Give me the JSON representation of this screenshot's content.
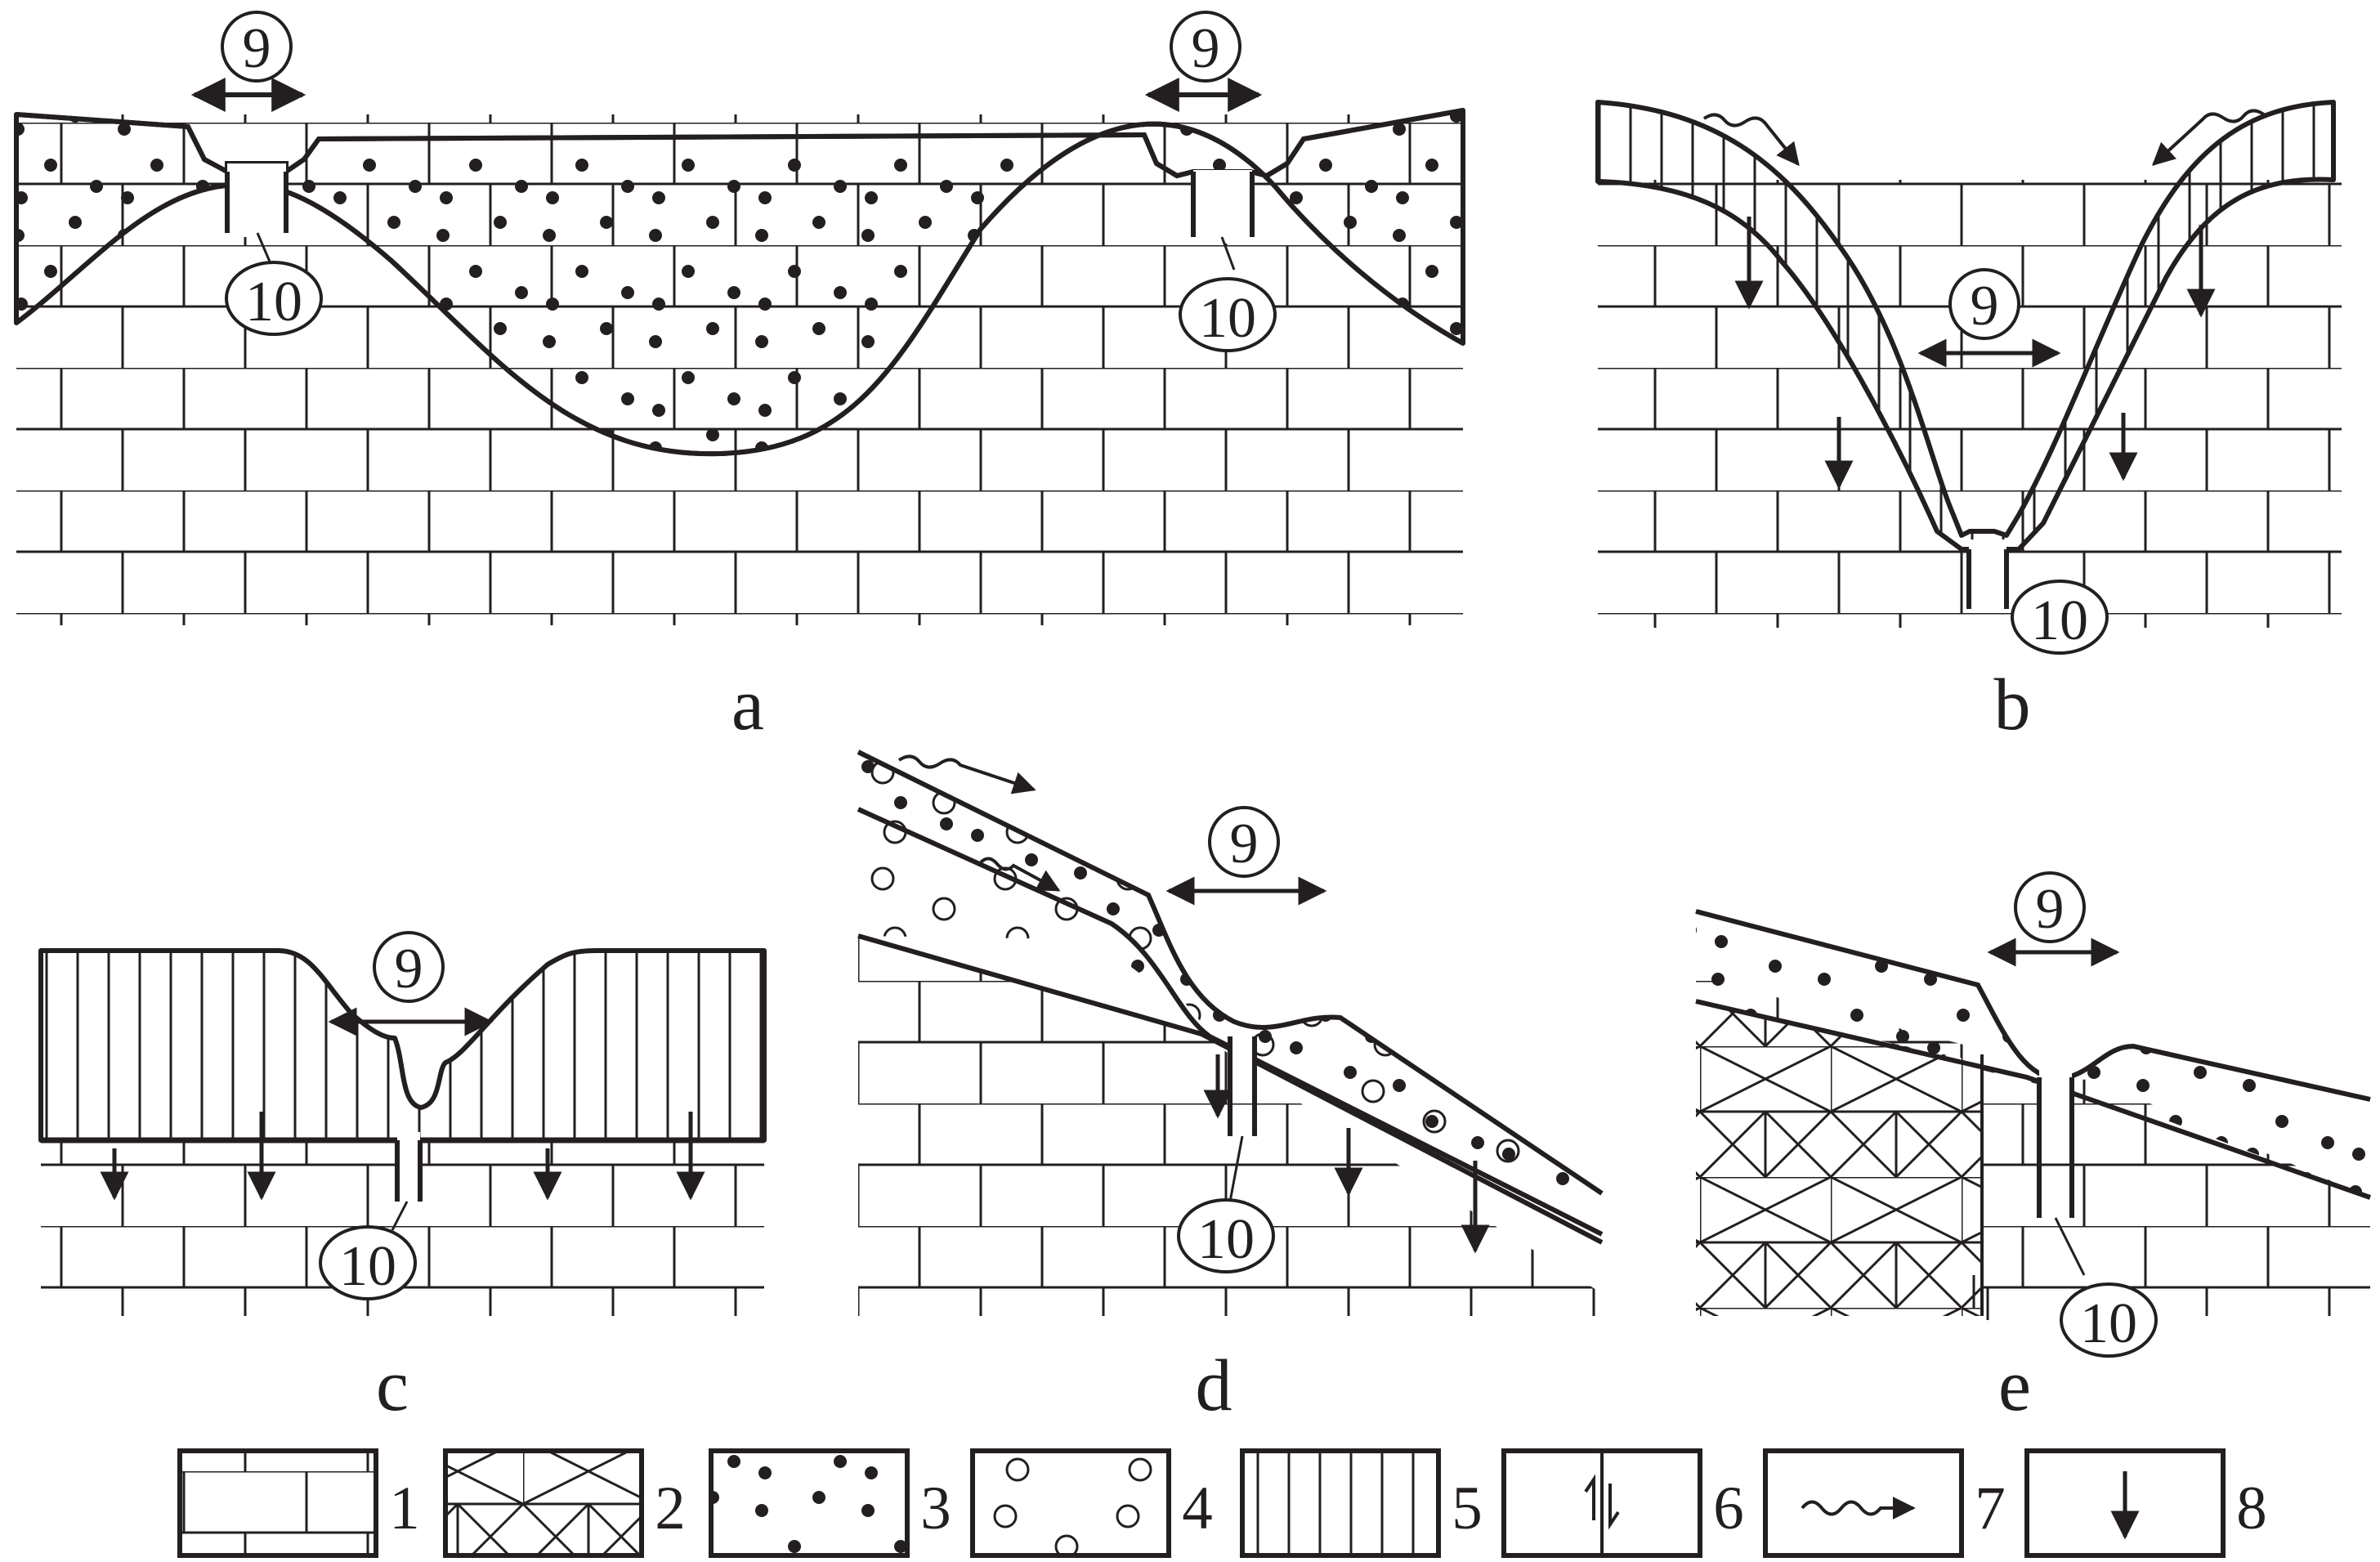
{
  "panels": {
    "a": {
      "label": "a"
    },
    "b": {
      "label": "b"
    },
    "c": {
      "label": "c"
    },
    "d": {
      "label": "d"
    },
    "e": {
      "label": "e"
    }
  },
  "callouts": {
    "nine": "9",
    "ten": "10"
  },
  "legend": [
    {
      "number": "1",
      "pattern": "limestone-brick"
    },
    {
      "number": "2",
      "pattern": "dolomite-crossed-brick"
    },
    {
      "number": "3",
      "pattern": "dots"
    },
    {
      "number": "4",
      "pattern": "circles"
    },
    {
      "number": "5",
      "pattern": "vertical-lines"
    },
    {
      "number": "6",
      "pattern": "fault-arrows"
    },
    {
      "number": "7",
      "pattern": "wavy-arrow"
    },
    {
      "number": "8",
      "pattern": "down-arrow"
    }
  ],
  "colors": {
    "ink": "#231f20",
    "paper": "#ffffff"
  }
}
